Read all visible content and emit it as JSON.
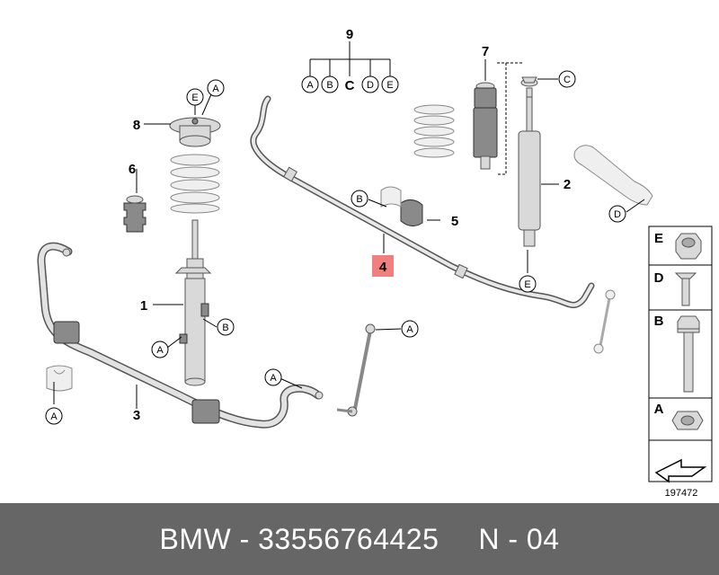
{
  "diagram": {
    "parts": [
      {
        "number": "1"
      },
      {
        "number": "2"
      },
      {
        "number": "3"
      },
      {
        "number": "4"
      },
      {
        "number": "5"
      },
      {
        "number": "6"
      },
      {
        "number": "7"
      },
      {
        "number": "8"
      },
      {
        "number": "9"
      }
    ],
    "callouts": {
      "a": "A",
      "b": "B",
      "c": "C",
      "d": "D",
      "e": "E"
    },
    "kit_items": [
      "A",
      "B",
      "C",
      "D",
      "E"
    ],
    "highlight": {
      "number": "4",
      "color": "#f08080"
    },
    "image_id": "197472"
  },
  "footer": {
    "brand": "BMW",
    "sep1": " - ",
    "part_number": "33556764425",
    "sep2": "N - 04"
  }
}
